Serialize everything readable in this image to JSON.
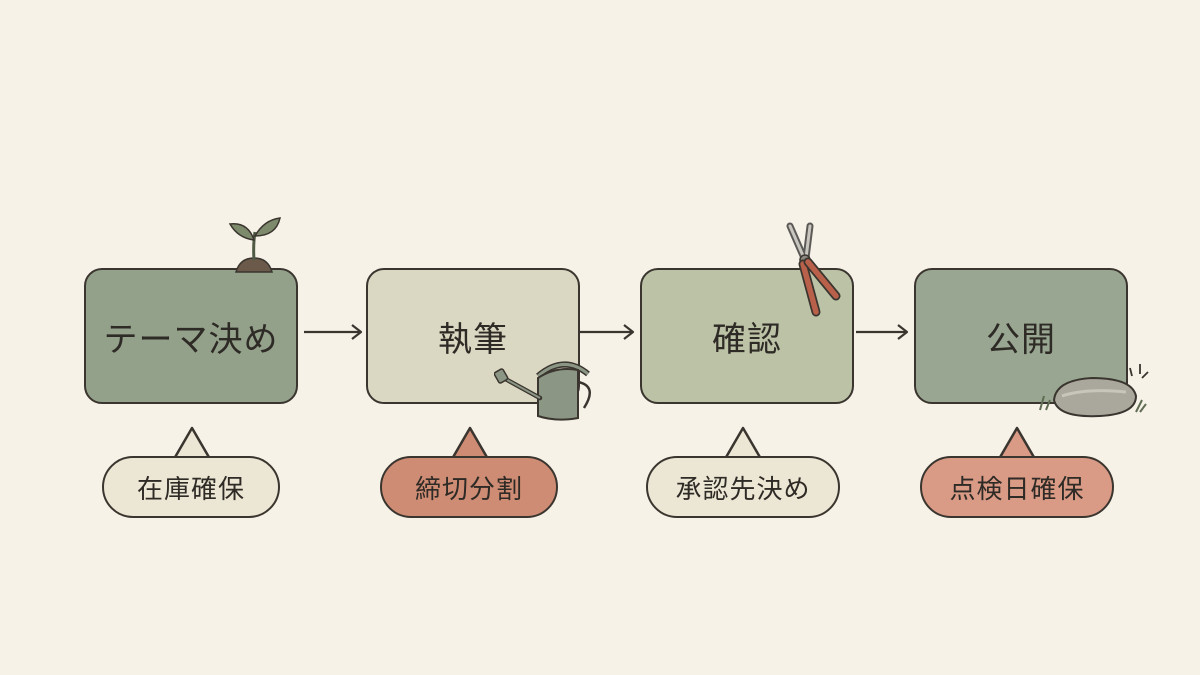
{
  "steps": [
    {
      "label": "テーマ決め",
      "color": "#93a18b"
    },
    {
      "label": "執筆",
      "color": "#dad8c2"
    },
    {
      "label": "確認",
      "color": "#bcc2a6"
    },
    {
      "label": "公開",
      "color": "#99a792"
    }
  ],
  "notes": [
    {
      "label": "在庫確保",
      "color": "#ece6d4"
    },
    {
      "label": "締切分割",
      "color": "#cf8c74"
    },
    {
      "label": "承認先決め",
      "color": "#ece6d4"
    },
    {
      "label": "点検日確保",
      "color": "#d99a86"
    }
  ],
  "decorations": [
    "sprout-icon",
    "watering-can-icon",
    "pruning-shears-icon",
    "stepping-stone-icon"
  ]
}
